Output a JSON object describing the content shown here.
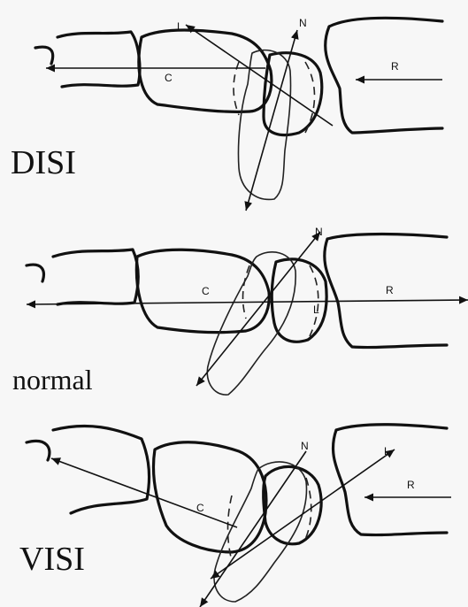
{
  "panels": [
    {
      "id": "disi",
      "title": "DISI",
      "axis_labels": {
        "capitate": "C",
        "lunate": "L",
        "scaphoid": "N",
        "radius": "R"
      }
    },
    {
      "id": "normal",
      "title": "normal",
      "axis_labels": {
        "capitate": "C",
        "lunate": "L",
        "scaphoid": "N",
        "radius": "R"
      }
    },
    {
      "id": "visi",
      "title": "VISI",
      "axis_labels": {
        "capitate": "C",
        "lunate": "L",
        "scaphoid": "N",
        "radius": "R"
      }
    }
  ],
  "colors": {
    "background": "#f7f7f7",
    "ink": "#111111"
  }
}
